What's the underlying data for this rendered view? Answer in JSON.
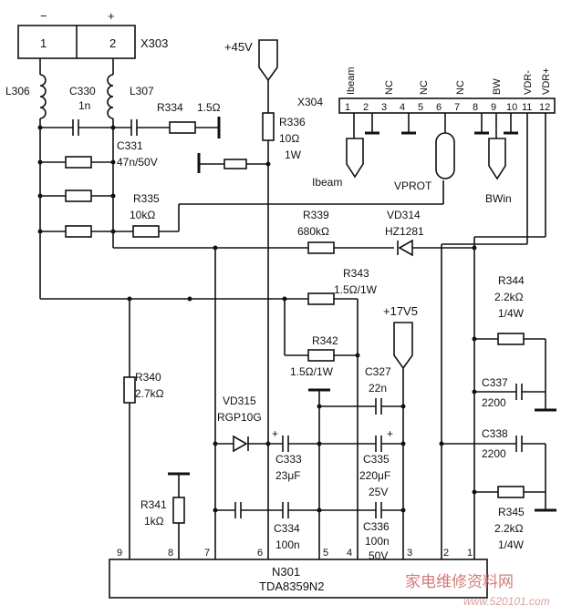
{
  "connectors": {
    "x303": {
      "ref": "X303",
      "minus": "−",
      "plus": "+",
      "pin1": "1",
      "pin2": "2"
    },
    "x304": {
      "ref": "X304",
      "signals": [
        "Ibeam",
        "NC",
        "NC",
        "NC",
        "BW",
        "VDR-",
        "VDR+"
      ],
      "pins": [
        "1",
        "2",
        "3",
        "4",
        "5",
        "6",
        "7",
        "8",
        "9",
        "10",
        "11",
        "12"
      ]
    }
  },
  "rails": {
    "v45": "+45V",
    "v17": "+17V5"
  },
  "signals": {
    "ibeam": "Ibeam",
    "vprot": "VPROT",
    "bwin": "BWin"
  },
  "components": {
    "l306": "L306",
    "l307": "L307",
    "c330_ref": "C330",
    "c330_val": "1n",
    "r334_ref": "R334",
    "r334_val": "1.5Ω",
    "r336_ref": "R336",
    "r336_val": "10Ω",
    "r336_pwr": "1W",
    "c331_ref": "C331",
    "c331_val": "47n/50V",
    "r335_ref": "R335",
    "r335_val": "10kΩ",
    "r339_ref": "R339",
    "r339_val": "680kΩ",
    "vd314_ref": "VD314",
    "vd314_val": "HZ1281",
    "r343_ref": "R343",
    "r343_val": "1.5Ω/1W",
    "r342_ref": "R342",
    "r342_val": "1.5Ω/1W",
    "r344_ref": "R344",
    "r344_val": "2.2kΩ",
    "r344_pwr": "1/4W",
    "c327_ref": "C327",
    "c327_val": "22n",
    "r340_ref": "R340",
    "r340_val": "2.7kΩ",
    "vd315_ref": "VD315",
    "vd315_val": "RGP10G",
    "c337_ref": "C337",
    "c337_val": "2200",
    "c338_ref": "C338",
    "c338_val": "2200",
    "c333_ref": "C333",
    "c333_val": "23μF",
    "c335_ref": "C335",
    "c335_val": "220μF",
    "c335_volt": "25V",
    "r341_ref": "R341",
    "r341_val": "1kΩ",
    "c334_ref": "C334",
    "c334_val": "100n",
    "c336_ref": "C336",
    "c336_val": "100n",
    "c336_volt": "50V",
    "r345_ref": "R345",
    "r345_val": "2.2kΩ",
    "r345_pwr": "1/4W"
  },
  "ic": {
    "ref": "N301",
    "part": "TDA8359N2",
    "pins": [
      "9",
      "8",
      "7",
      "6",
      "5",
      "4",
      "3",
      "2",
      "1"
    ]
  },
  "watermark": {
    "cn": "家电维修资料网",
    "url": "www.520101.com"
  }
}
